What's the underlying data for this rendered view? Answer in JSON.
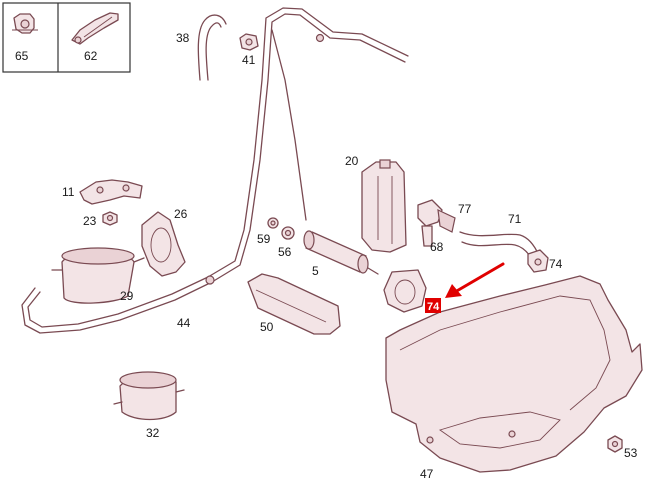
{
  "diagram": {
    "inset_labels": [
      "65",
      "62"
    ],
    "labels": {
      "p38": "38",
      "p41": "41",
      "p20": "20",
      "p11": "11",
      "p23": "23",
      "p26": "26",
      "p77": "77",
      "p71": "71",
      "p59": "59",
      "p56": "56",
      "p68": "68",
      "p74": "74",
      "p5": "5",
      "p29": "29",
      "p44": "44",
      "p50": "50",
      "p32": "32",
      "p47": "47",
      "p53": "53"
    },
    "highlight_label": "74",
    "colors": {
      "line": "#7a4a52",
      "fill": "#f3e4e6",
      "highlight": "#e00000"
    }
  }
}
